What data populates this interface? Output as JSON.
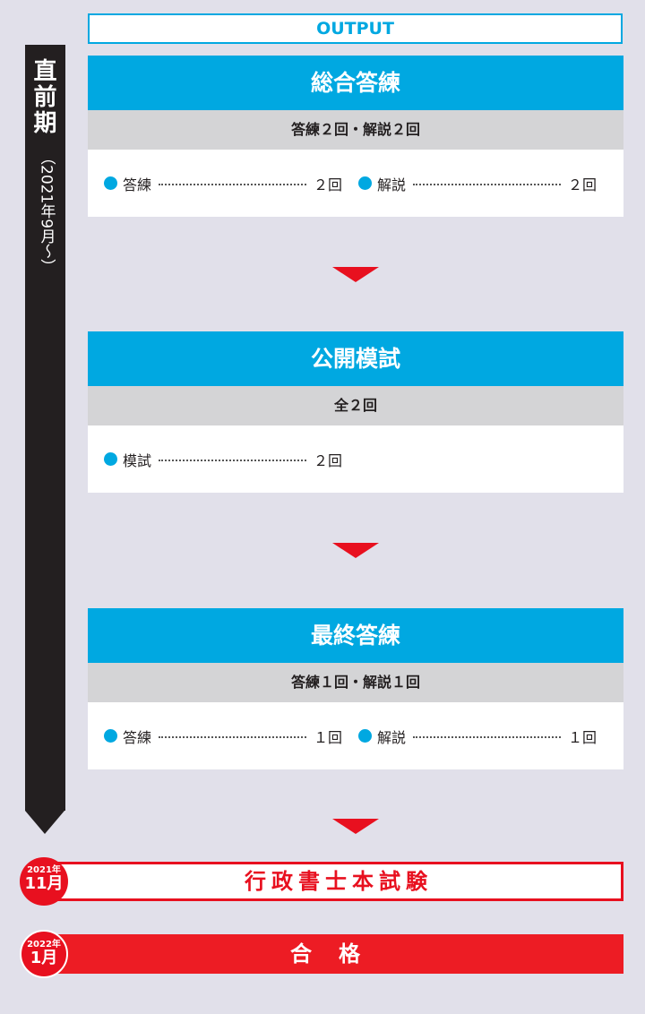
{
  "output_label": "OUTPUT",
  "side": {
    "title": "直前期",
    "period": "（2021年9月〜）"
  },
  "cards": [
    {
      "title": "総合答練",
      "summary": "答練２回・解説２回",
      "items": [
        {
          "label": "答練",
          "count": "２回"
        },
        {
          "label": "解説",
          "count": "２回"
        }
      ]
    },
    {
      "title": "公開模試",
      "summary": "全２回",
      "items": [
        {
          "label": "模試",
          "count": "２回"
        }
      ]
    },
    {
      "title": "最終答練",
      "summary": "答練１回・解説１回",
      "items": [
        {
          "label": "答練",
          "count": "１回"
        },
        {
          "label": "解説",
          "count": "１回"
        }
      ]
    }
  ],
  "exam": {
    "year": "2021年",
    "month": "11月",
    "label": "行政書士本試験"
  },
  "pass": {
    "year": "2022年",
    "month": "1月",
    "label": "合格"
  },
  "colors": {
    "blue": "#00a8e1",
    "red": "#e8101f",
    "dark": "#231f20"
  }
}
